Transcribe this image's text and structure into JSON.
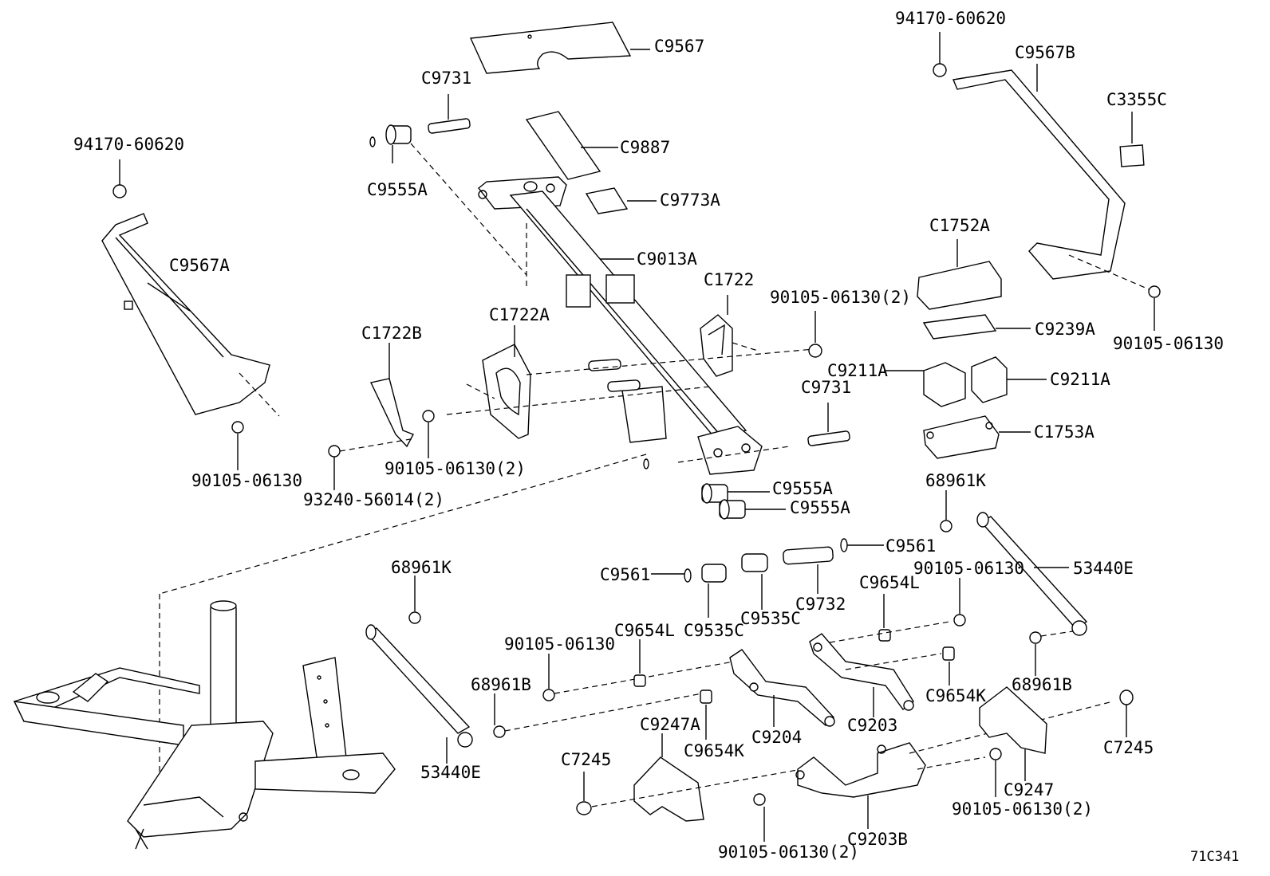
{
  "diagram_code": "71C341",
  "labels": [
    {
      "id": "c9567",
      "text": "C9567"
    },
    {
      "id": "c9731-top",
      "text": "C9731"
    },
    {
      "id": "c9887",
      "text": "C9887"
    },
    {
      "id": "c9773a",
      "text": "C9773A"
    },
    {
      "id": "c9555a-top",
      "text": "C9555A"
    },
    {
      "id": "c9013a",
      "text": "C9013A"
    },
    {
      "id": "94170-left",
      "text": "94170-60620"
    },
    {
      "id": "c9567a",
      "text": "C9567A"
    },
    {
      "id": "90105-left",
      "text": "90105-06130"
    },
    {
      "id": "c1722b",
      "text": "C1722B"
    },
    {
      "id": "c1722a",
      "text": "C1722A"
    },
    {
      "id": "c1722",
      "text": "C1722"
    },
    {
      "id": "90105-2-top",
      "text": "90105-06130(2)"
    },
    {
      "id": "90105-2-mid",
      "text": "90105-06130(2)"
    },
    {
      "id": "93240",
      "text": "93240-56014(2)"
    },
    {
      "id": "c9731-right",
      "text": "C9731"
    },
    {
      "id": "c9555a-1",
      "text": "C9555A"
    },
    {
      "id": "c9555a-2",
      "text": "C9555A"
    },
    {
      "id": "94170-right",
      "text": "94170-60620"
    },
    {
      "id": "c9567b",
      "text": "C9567B"
    },
    {
      "id": "c3355c",
      "text": "C3355C"
    },
    {
      "id": "c1752a",
      "text": "C1752A"
    },
    {
      "id": "c9239a",
      "text": "C9239A"
    },
    {
      "id": "90105-right",
      "text": "90105-06130"
    },
    {
      "id": "c9211a-left",
      "text": "C9211A"
    },
    {
      "id": "c9211a-right",
      "text": "C9211A"
    },
    {
      "id": "c1753a",
      "text": "C1753A"
    },
    {
      "id": "68961k-right",
      "text": "68961K"
    },
    {
      "id": "53440e-right",
      "text": "53440E"
    },
    {
      "id": "c9561-right",
      "text": "C9561"
    },
    {
      "id": "c9561-left",
      "text": "C9561"
    },
    {
      "id": "c9535c-1",
      "text": "C9535C"
    },
    {
      "id": "c9535c-2",
      "text": "C9535C"
    },
    {
      "id": "c9732",
      "text": "C9732"
    },
    {
      "id": "c9654l-right",
      "text": "C9654L"
    },
    {
      "id": "90105-mid-right",
      "text": "90105-06130"
    },
    {
      "id": "68961k-left",
      "text": "68961K"
    },
    {
      "id": "90105-mid-left",
      "text": "90105-06130"
    },
    {
      "id": "c9654l-left",
      "text": "C9654L"
    },
    {
      "id": "68961b-left",
      "text": "68961B"
    },
    {
      "id": "c9654k-right",
      "text": "C9654K"
    },
    {
      "id": "68961b-right",
      "text": "68961B"
    },
    {
      "id": "c9203",
      "text": "C9203"
    },
    {
      "id": "c9204",
      "text": "C9204"
    },
    {
      "id": "c9247a",
      "text": "C9247A"
    },
    {
      "id": "c9654k-left",
      "text": "C9654K"
    },
    {
      "id": "53440e-left",
      "text": "53440E"
    },
    {
      "id": "c7245-left",
      "text": "C7245"
    },
    {
      "id": "c7245-right",
      "text": "C7245"
    },
    {
      "id": "c9247",
      "text": "C9247"
    },
    {
      "id": "90105-2-bot-right",
      "text": "90105-06130(2)"
    },
    {
      "id": "c9203b",
      "text": "C9203B"
    },
    {
      "id": "90105-2-bot",
      "text": "90105-06130(2)"
    }
  ]
}
